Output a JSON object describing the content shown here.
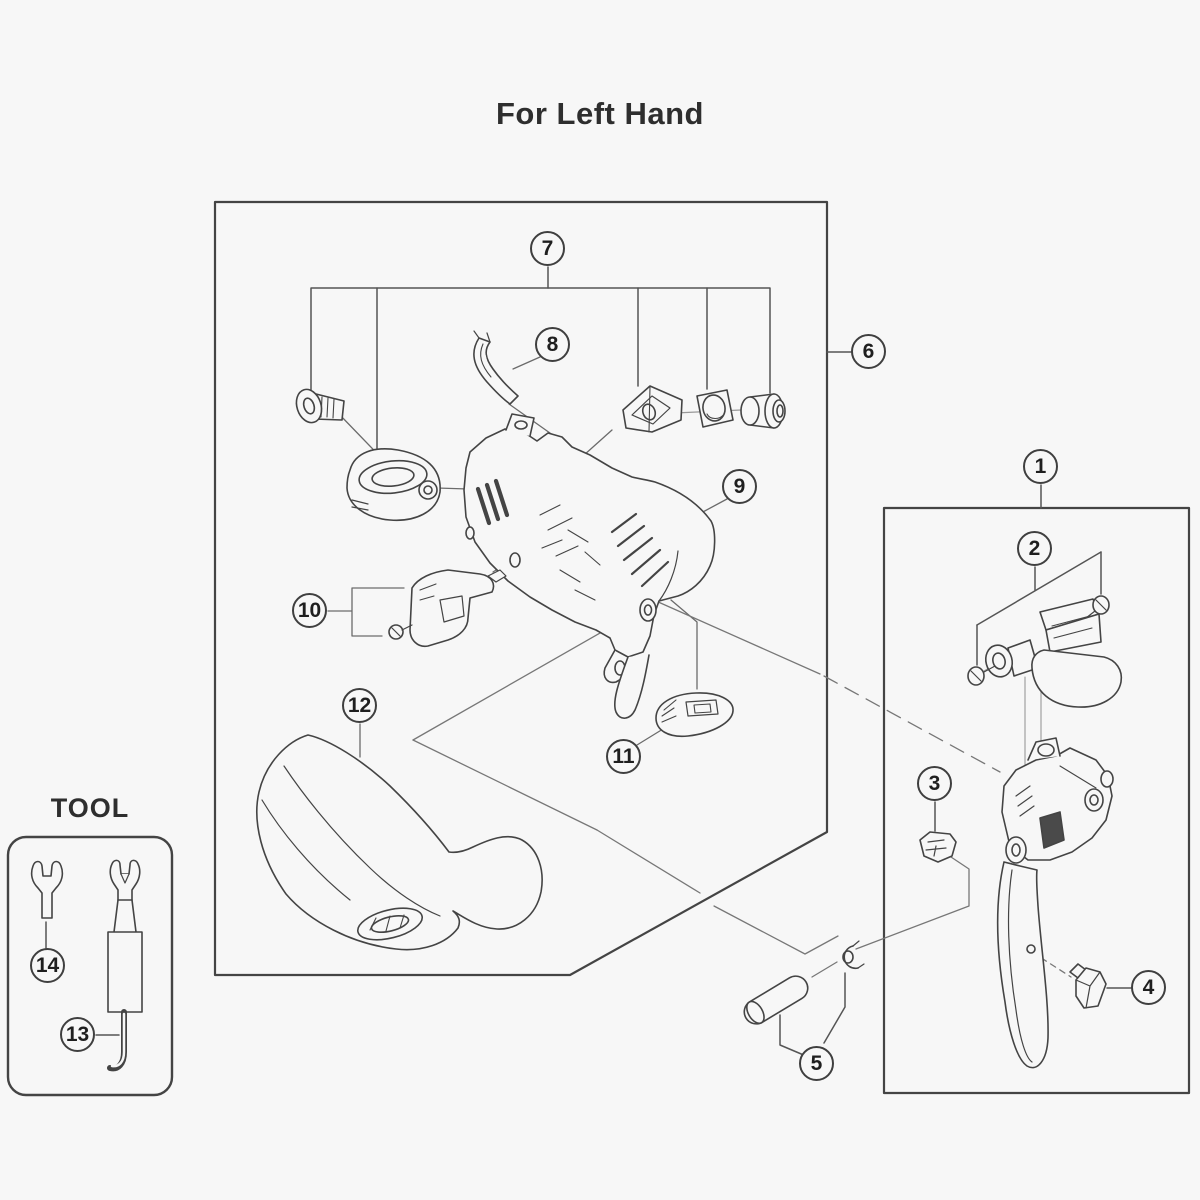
{
  "title": "For Left Hand",
  "tool_panel": {
    "label": "TOOL"
  },
  "callouts": [
    {
      "number": "1"
    },
    {
      "number": "2"
    },
    {
      "number": "3"
    },
    {
      "number": "4"
    },
    {
      "number": "5"
    },
    {
      "number": "6"
    },
    {
      "number": "7"
    },
    {
      "number": "8"
    },
    {
      "number": "9"
    },
    {
      "number": "10"
    },
    {
      "number": "11"
    },
    {
      "number": "12"
    },
    {
      "number": "13"
    },
    {
      "number": "14"
    }
  ],
  "colors": {
    "background": "#f7f7f7",
    "line": "#444444",
    "line_soft": "#6b6b6b",
    "text": "#2e2e2e"
  }
}
